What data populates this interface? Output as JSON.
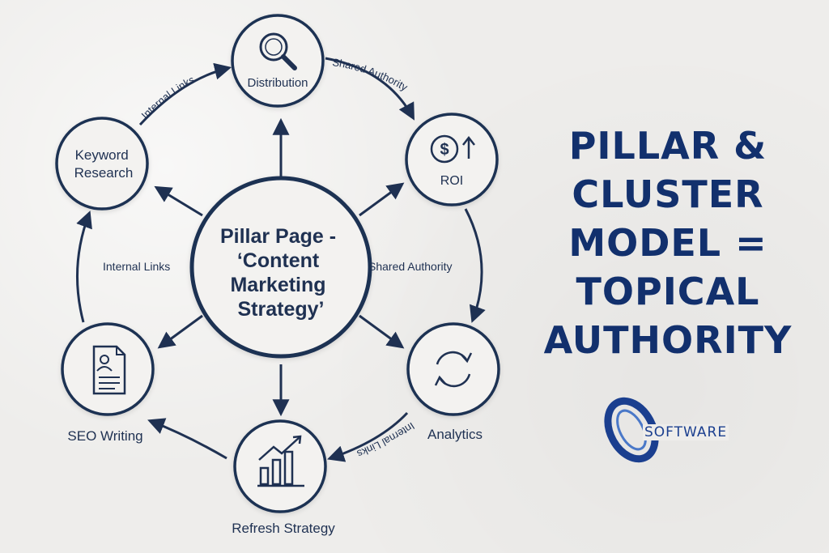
{
  "center": {
    "lines": [
      "Pillar Page -",
      "‘Content",
      "Marketing",
      "Strategy’"
    ]
  },
  "nodes": {
    "distribution": {
      "label": "Distribution",
      "icon": "magnifier-icon"
    },
    "roi": {
      "label": "ROI",
      "icon": "dollar-up-icon"
    },
    "analytics": {
      "label": "Analytics",
      "icon": "refresh-cycle-icon"
    },
    "refresh": {
      "label": "Refresh Strategy",
      "icon": "bar-chart-growth-icon"
    },
    "seo": {
      "label": "SEO Writing",
      "icon": "document-user-icon"
    },
    "keyword": {
      "label_lines": [
        "Keyword",
        "Research"
      ]
    }
  },
  "links": {
    "keyword_distribution": "Internal Links",
    "distribution_roi": "Shared Authority",
    "roi_analytics": "Shared Authority",
    "analytics_refresh": "Internal Links",
    "seo_keyword": "Internal Links"
  },
  "headline": {
    "lines": [
      "PILLAR &",
      "CLUSTER",
      "MODEL =",
      "TOPICAL",
      "AUTHORITY"
    ]
  },
  "logo": {
    "text": "SOFTWARE"
  },
  "colors": {
    "navy": "#1f3152",
    "headline": "#12306d",
    "logo_blue": "#1b3f8f"
  }
}
